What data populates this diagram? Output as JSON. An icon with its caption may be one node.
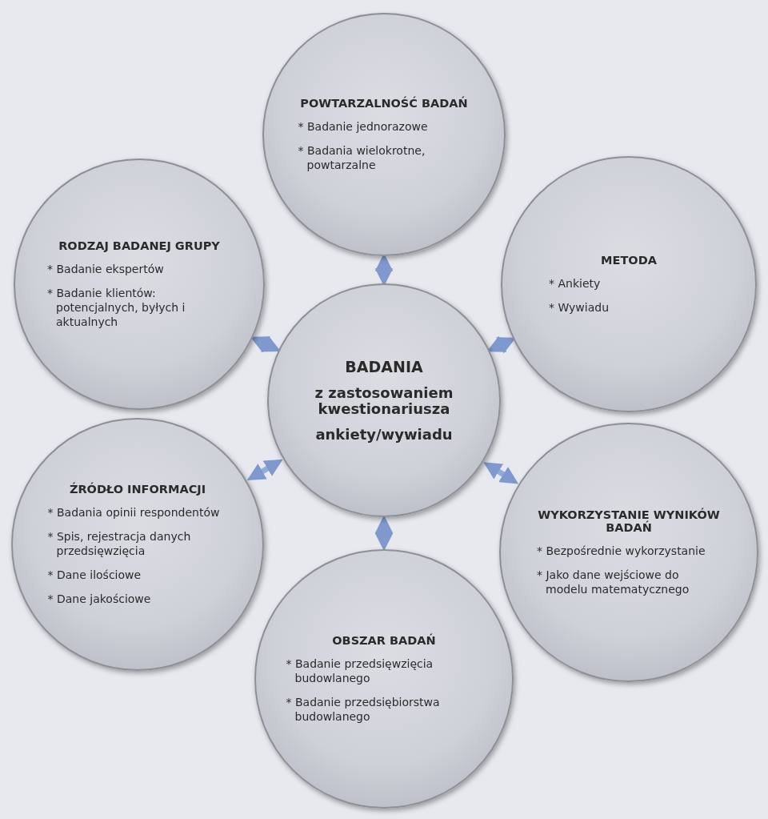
{
  "diagram": {
    "nodes": [
      {
        "text": [
          "BADANIA",
          "z zastosowaniem kwestionariusza",
          "ankiety/wywiadu"
        ]
      },
      {
        "text": [
          "POWTARZALNOŚĆ BADAŃ",
          "* Badanie jednorazowe",
          "* Badania wielokrotne, powtarzalne"
        ]
      },
      {
        "text": [
          "METODA",
          "* Ankiety",
          "* Wywiadu"
        ]
      },
      {
        "text": [
          "WYKORZYSTANIE WYNIKÓW BADAŃ",
          "* Bezpośrednie wykorzystanie",
          "* Jako dane wejściowe do modelu matematycznego"
        ]
      },
      {
        "text": [
          "OBSZAR BADAŃ",
          "* Badanie przedsięwzięcia budowlanego",
          "* Badanie przedsiębiorstwa budowlanego"
        ]
      },
      {
        "text": [
          "ŹRÓDŁO INFORMACJI",
          "* Badania opinii respondentów",
          "* Spis, rejestracja danych przedsięwzięcia",
          "* Dane ilościowe",
          "* Dane jakościowe"
        ]
      },
      {
        "text": [
          "RODZAJ BADANEJ GRUPY",
          "* Badanie ekspertów",
          "* Badanie klientów: potencjalnych, byłych i aktualnych"
        ]
      }
    ],
    "edges": [
      {
        "from": 0,
        "to": 1,
        "arrow": "both"
      },
      {
        "from": 0,
        "to": 2,
        "arrow": "both"
      },
      {
        "from": 0,
        "to": 3,
        "arrow": "both"
      },
      {
        "from": 0,
        "to": 4,
        "arrow": "both"
      },
      {
        "from": 0,
        "to": 5,
        "arrow": "both"
      },
      {
        "from": 0,
        "to": 6,
        "arrow": "both"
      }
    ]
  }
}
